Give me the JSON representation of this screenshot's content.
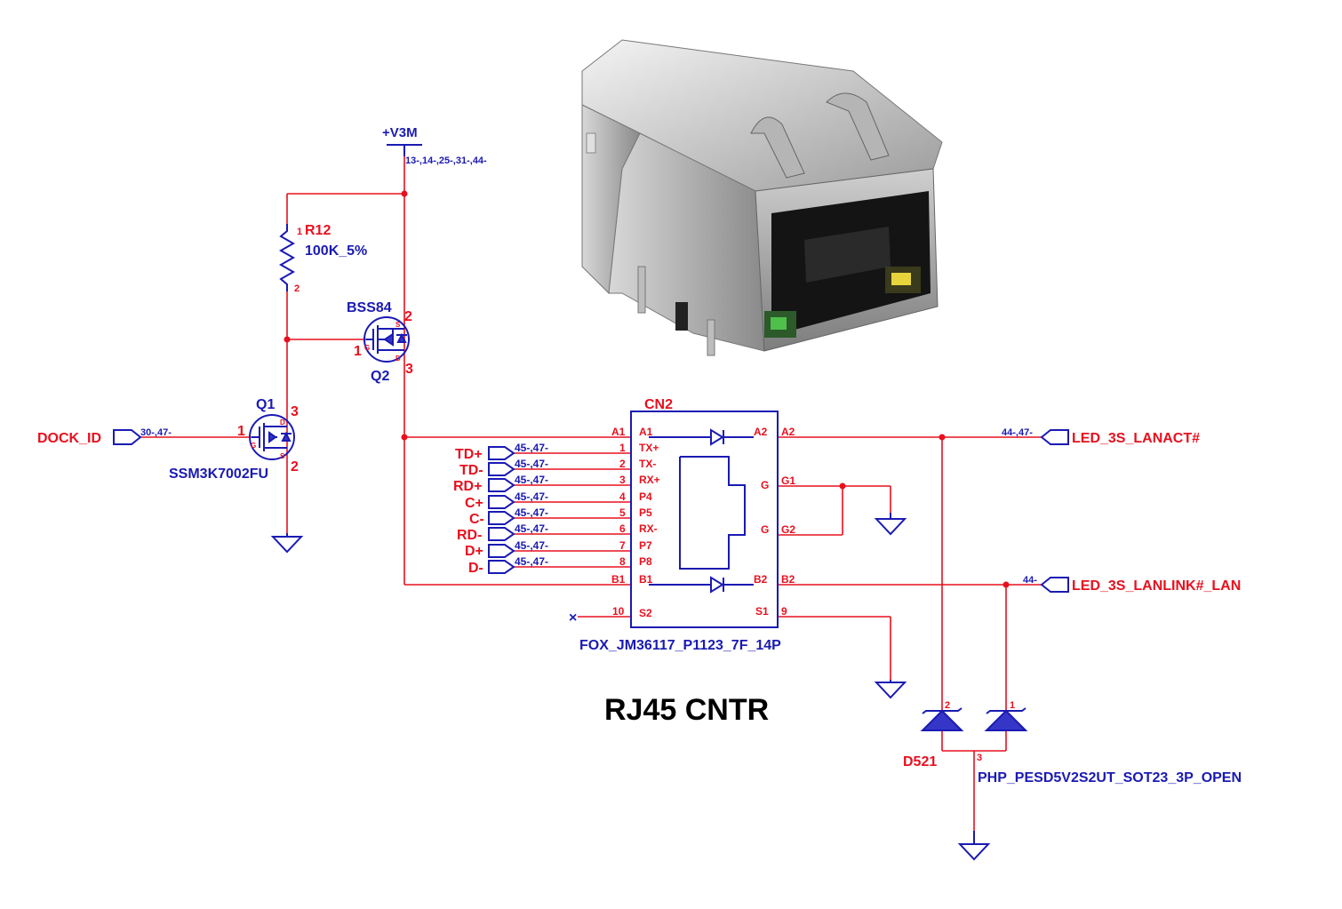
{
  "title": "RJ45 CNTR",
  "power": {
    "name": "+V3M",
    "refs": "13-,14-,25-,31-,44-"
  },
  "r12": {
    "ref": "R12",
    "value": "100K_5%",
    "pin1": "1",
    "pin2": "2"
  },
  "q2": {
    "ref": "Q2",
    "part": "BSS84",
    "pin_g": "1",
    "pin_s": "2",
    "pin_d": "3",
    "g": "G",
    "s": "S",
    "d": "D"
  },
  "q1": {
    "ref": "Q1",
    "part": "SSM3K7002FU",
    "pin_g": "1",
    "pin_d": "3",
    "pin_s": "2",
    "g": "G",
    "s": "S",
    "d": "D"
  },
  "dock": {
    "name": "DOCK_ID",
    "refs": "30-,47-"
  },
  "cn2": {
    "ref": "CN2",
    "part": "FOX_JM36117_P1123_7F_14P",
    "a1_out": "A1",
    "a1_in": "A1",
    "b1_out": "B1",
    "b1_in": "B1",
    "a2_in": "A2",
    "a2_out": "A2",
    "b2_in": "B2",
    "b2_out": "B2",
    "g_label": "G",
    "g1": "G1",
    "g2": "G2",
    "s2_pin": "10",
    "s2": "S2",
    "s1": "S1",
    "s1_pin": "9",
    "pins": [
      {
        "net": "TD+",
        "refs": "45-,47-",
        "num": "1",
        "pin": "TX+"
      },
      {
        "net": "TD-",
        "refs": "45-,47-",
        "num": "2",
        "pin": "TX-"
      },
      {
        "net": "RD+",
        "refs": "45-,47-",
        "num": "3",
        "pin": "RX+"
      },
      {
        "net": "C+",
        "refs": "45-,47-",
        "num": "4",
        "pin": "P4"
      },
      {
        "net": "C-",
        "refs": "45-,47-",
        "num": "5",
        "pin": "P5"
      },
      {
        "net": "RD-",
        "refs": "45-,47-",
        "num": "6",
        "pin": "RX-"
      },
      {
        "net": "D+",
        "refs": "45-,47-",
        "num": "7",
        "pin": "P7"
      },
      {
        "net": "D-",
        "refs": "45-,47-",
        "num": "8",
        "pin": "P8"
      }
    ]
  },
  "led_act": {
    "name": "LED_3S_LANACT#",
    "refs": "44-,47-"
  },
  "led_link": {
    "name": "LED_3S_LANLINK#_LAN",
    "refs": "44-"
  },
  "d521": {
    "ref": "D521",
    "part": "PHP_PESD5V2S2UT_SOT23_3P_OPEN",
    "pin1": "1",
    "pin2": "2",
    "pin3": "3"
  },
  "nc_mark": "×"
}
